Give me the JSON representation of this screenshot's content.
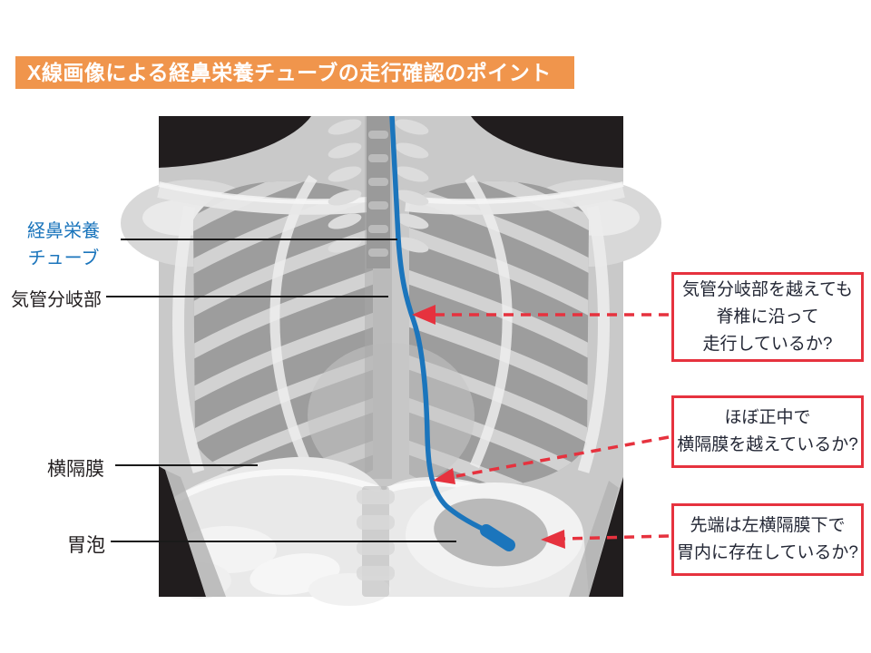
{
  "title": {
    "text": "X線画像による経鼻栄養チューブの走行確認のポイント"
  },
  "anatomy_labels": {
    "tube": {
      "line1": "経鼻栄養",
      "line2": "チューブ"
    },
    "carina": {
      "text": "気管分岐部"
    },
    "diaphragm": {
      "text": "横隔膜"
    },
    "gastric_bubble": {
      "text": "胃泡"
    }
  },
  "checkpoints": {
    "carina": {
      "line1": "気管分岐部を越えても",
      "line2": "脊椎に沿って",
      "line3": "走行しているか?"
    },
    "midline": {
      "line1": "ほぼ正中で",
      "line2": "横隔膜を越えているか?"
    },
    "tip": {
      "line1": "先端は左横隔膜下で",
      "line2": "胃内に存在しているか?"
    }
  },
  "colors": {
    "banner_orange": "#F0954C",
    "label_blue": "#1B75BC",
    "tube_blue": "#1B75BC",
    "checkpoint_red": "#E6323E",
    "box_text_navy": "#232735",
    "label_black": "#231F20",
    "xray_black": "#211D1E"
  }
}
